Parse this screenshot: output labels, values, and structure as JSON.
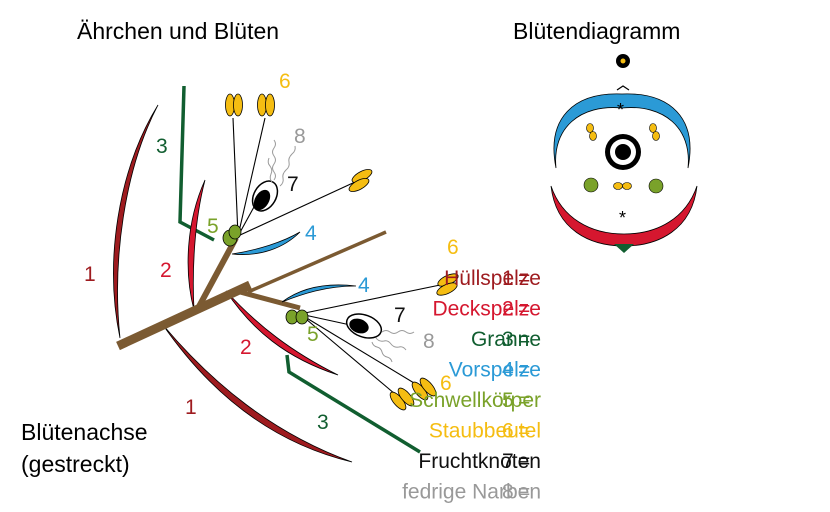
{
  "titles": {
    "spikelet": "Ährchen und Blüten",
    "floral_diagram": "Blütendiagramm"
  },
  "axis_label": {
    "line1": "Blütenachse",
    "line2": "(gestreckt)"
  },
  "numbers": {
    "n1": "1",
    "n2": "2",
    "n3": "3",
    "n4": "4",
    "n5": "5",
    "n6": "6",
    "n7": "7",
    "n8": "8"
  },
  "diagram_symbols": {
    "star": "*"
  },
  "legend": [
    {
      "number": "1",
      "eq": "=",
      "label": "Hüllspelze",
      "color": "#9e1b1f"
    },
    {
      "number": "2",
      "eq": "=",
      "label": "Deckspelze",
      "color": "#d5172f"
    },
    {
      "number": "3",
      "eq": "=",
      "label": "Granne",
      "color": "#115e30"
    },
    {
      "number": "4",
      "eq": "=",
      "label": "Vorspelze",
      "color": "#2b9ad6"
    },
    {
      "number": "5",
      "eq": "=",
      "label": "Schwellkörper",
      "color": "#7aa22a"
    },
    {
      "number": "6",
      "eq": "=",
      "label": "Staubbeutel",
      "color": "#f5bd12"
    },
    {
      "number": "7",
      "eq": "=",
      "label": "Fruchtknoten",
      "color": "#111111"
    },
    {
      "number": "8",
      "eq": "=",
      "label": "fedrige Narben",
      "color": "#999999"
    }
  ],
  "colors": {
    "glume": "#9e1b1f",
    "lemma": "#d5172f",
    "awn": "#115e30",
    "palea": "#2b9ad6",
    "lodicule": "#7aa22a",
    "anther": "#f5bd12",
    "ovary": "#111111",
    "stigma": "#999999",
    "axis": "#7b5a32"
  }
}
